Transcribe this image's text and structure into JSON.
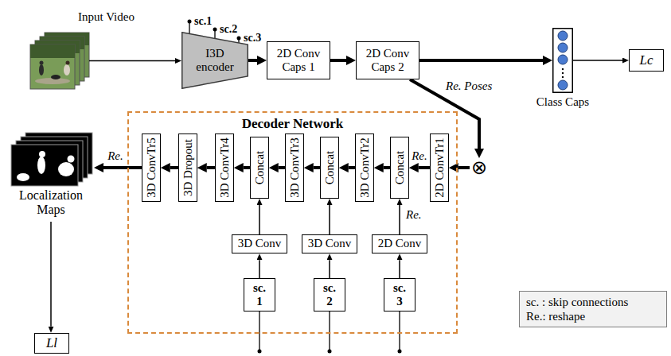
{
  "diagram": {
    "nodes": [
      {
        "text": [
          "Input Video"
        ]
      },
      {
        "text": [
          "I3D encoder"
        ]
      },
      {
        "text": [
          "2D Conv Caps 1"
        ]
      },
      {
        "text": [
          "2D Conv Caps 2"
        ]
      },
      {
        "text": [
          "Class Caps"
        ]
      },
      {
        "text": [
          "Lc"
        ]
      },
      {
        "text": [
          "Decoder Network"
        ]
      },
      {
        "text": [
          "3D ConvTr5"
        ],
        "in": 6
      },
      {
        "text": [
          "3D Dropout"
        ],
        "in": 6
      },
      {
        "text": [
          "3D ConvTr4"
        ],
        "in": 6
      },
      {
        "text": [
          "Concat"
        ],
        "in": 6
      },
      {
        "text": [
          "3D ConvTr3"
        ],
        "in": 6
      },
      {
        "text": [
          "Concat"
        ],
        "in": 6
      },
      {
        "text": [
          "3D ConvTr2"
        ],
        "in": 6
      },
      {
        "text": [
          "Concat"
        ],
        "in": 6
      },
      {
        "text": [
          "2D ConvTr1"
        ],
        "in": 6
      },
      {
        "text": [
          "3D Conv"
        ],
        "in": 6
      },
      {
        "text": [
          "3D Conv"
        ],
        "in": 6
      },
      {
        "text": [
          "2D Conv"
        ],
        "in": 6
      },
      {
        "text": [
          "sc. 1"
        ],
        "in": 6
      },
      {
        "text": [
          "sc. 2"
        ],
        "in": 6
      },
      {
        "text": [
          "sc. 3"
        ],
        "in": 6
      },
      {
        "text": [
          "⊗"
        ]
      },
      {
        "text": [
          "Localization Maps"
        ]
      },
      {
        "text": [
          "Ll"
        ]
      }
    ],
    "edges": [
      {
        "from": 0,
        "to": 1,
        "arrow": "to"
      },
      {
        "from": 1,
        "to": 2,
        "arrow": "to"
      },
      {
        "from": 2,
        "to": 3,
        "arrow": "to"
      },
      {
        "from": 3,
        "to": 4,
        "arrow": "to"
      },
      {
        "from": 4,
        "to": 5,
        "arrow": "to"
      },
      {
        "from": 3,
        "to": 22,
        "arrow": "to",
        "label": "Re. Poses"
      },
      {
        "from": 22,
        "to": 15,
        "arrow": "to"
      },
      {
        "from": 15,
        "to": 14,
        "arrow": "to",
        "label": "Re."
      },
      {
        "from": 14,
        "to": 13,
        "arrow": "to"
      },
      {
        "from": 13,
        "to": 12,
        "arrow": "to"
      },
      {
        "from": 12,
        "to": 11,
        "arrow": "to"
      },
      {
        "from": 11,
        "to": 10,
        "arrow": "to"
      },
      {
        "from": 10,
        "to": 9,
        "arrow": "to"
      },
      {
        "from": 9,
        "to": 8,
        "arrow": "to"
      },
      {
        "from": 8,
        "to": 7,
        "arrow": "to"
      },
      {
        "from": 7,
        "to": 23,
        "arrow": "to",
        "label": "Re."
      },
      {
        "from": 23,
        "to": 24,
        "arrow": "to"
      },
      {
        "from": 18,
        "to": 14,
        "arrow": "to",
        "label": "Re."
      },
      {
        "from": 17,
        "to": 12,
        "arrow": "to"
      },
      {
        "from": 16,
        "to": 10,
        "arrow": "to"
      },
      {
        "from": 21,
        "to": 18,
        "arrow": "to"
      },
      {
        "from": 20,
        "to": 17,
        "arrow": "to"
      },
      {
        "from": 19,
        "to": 16,
        "arrow": "to"
      }
    ],
    "labels": [
      "sc.1",
      "sc.2",
      "sc.3"
    ],
    "legend": [
      {
        "text": "sc. : skip connections"
      },
      {
        "text": "Re.: reshape"
      }
    ]
  }
}
